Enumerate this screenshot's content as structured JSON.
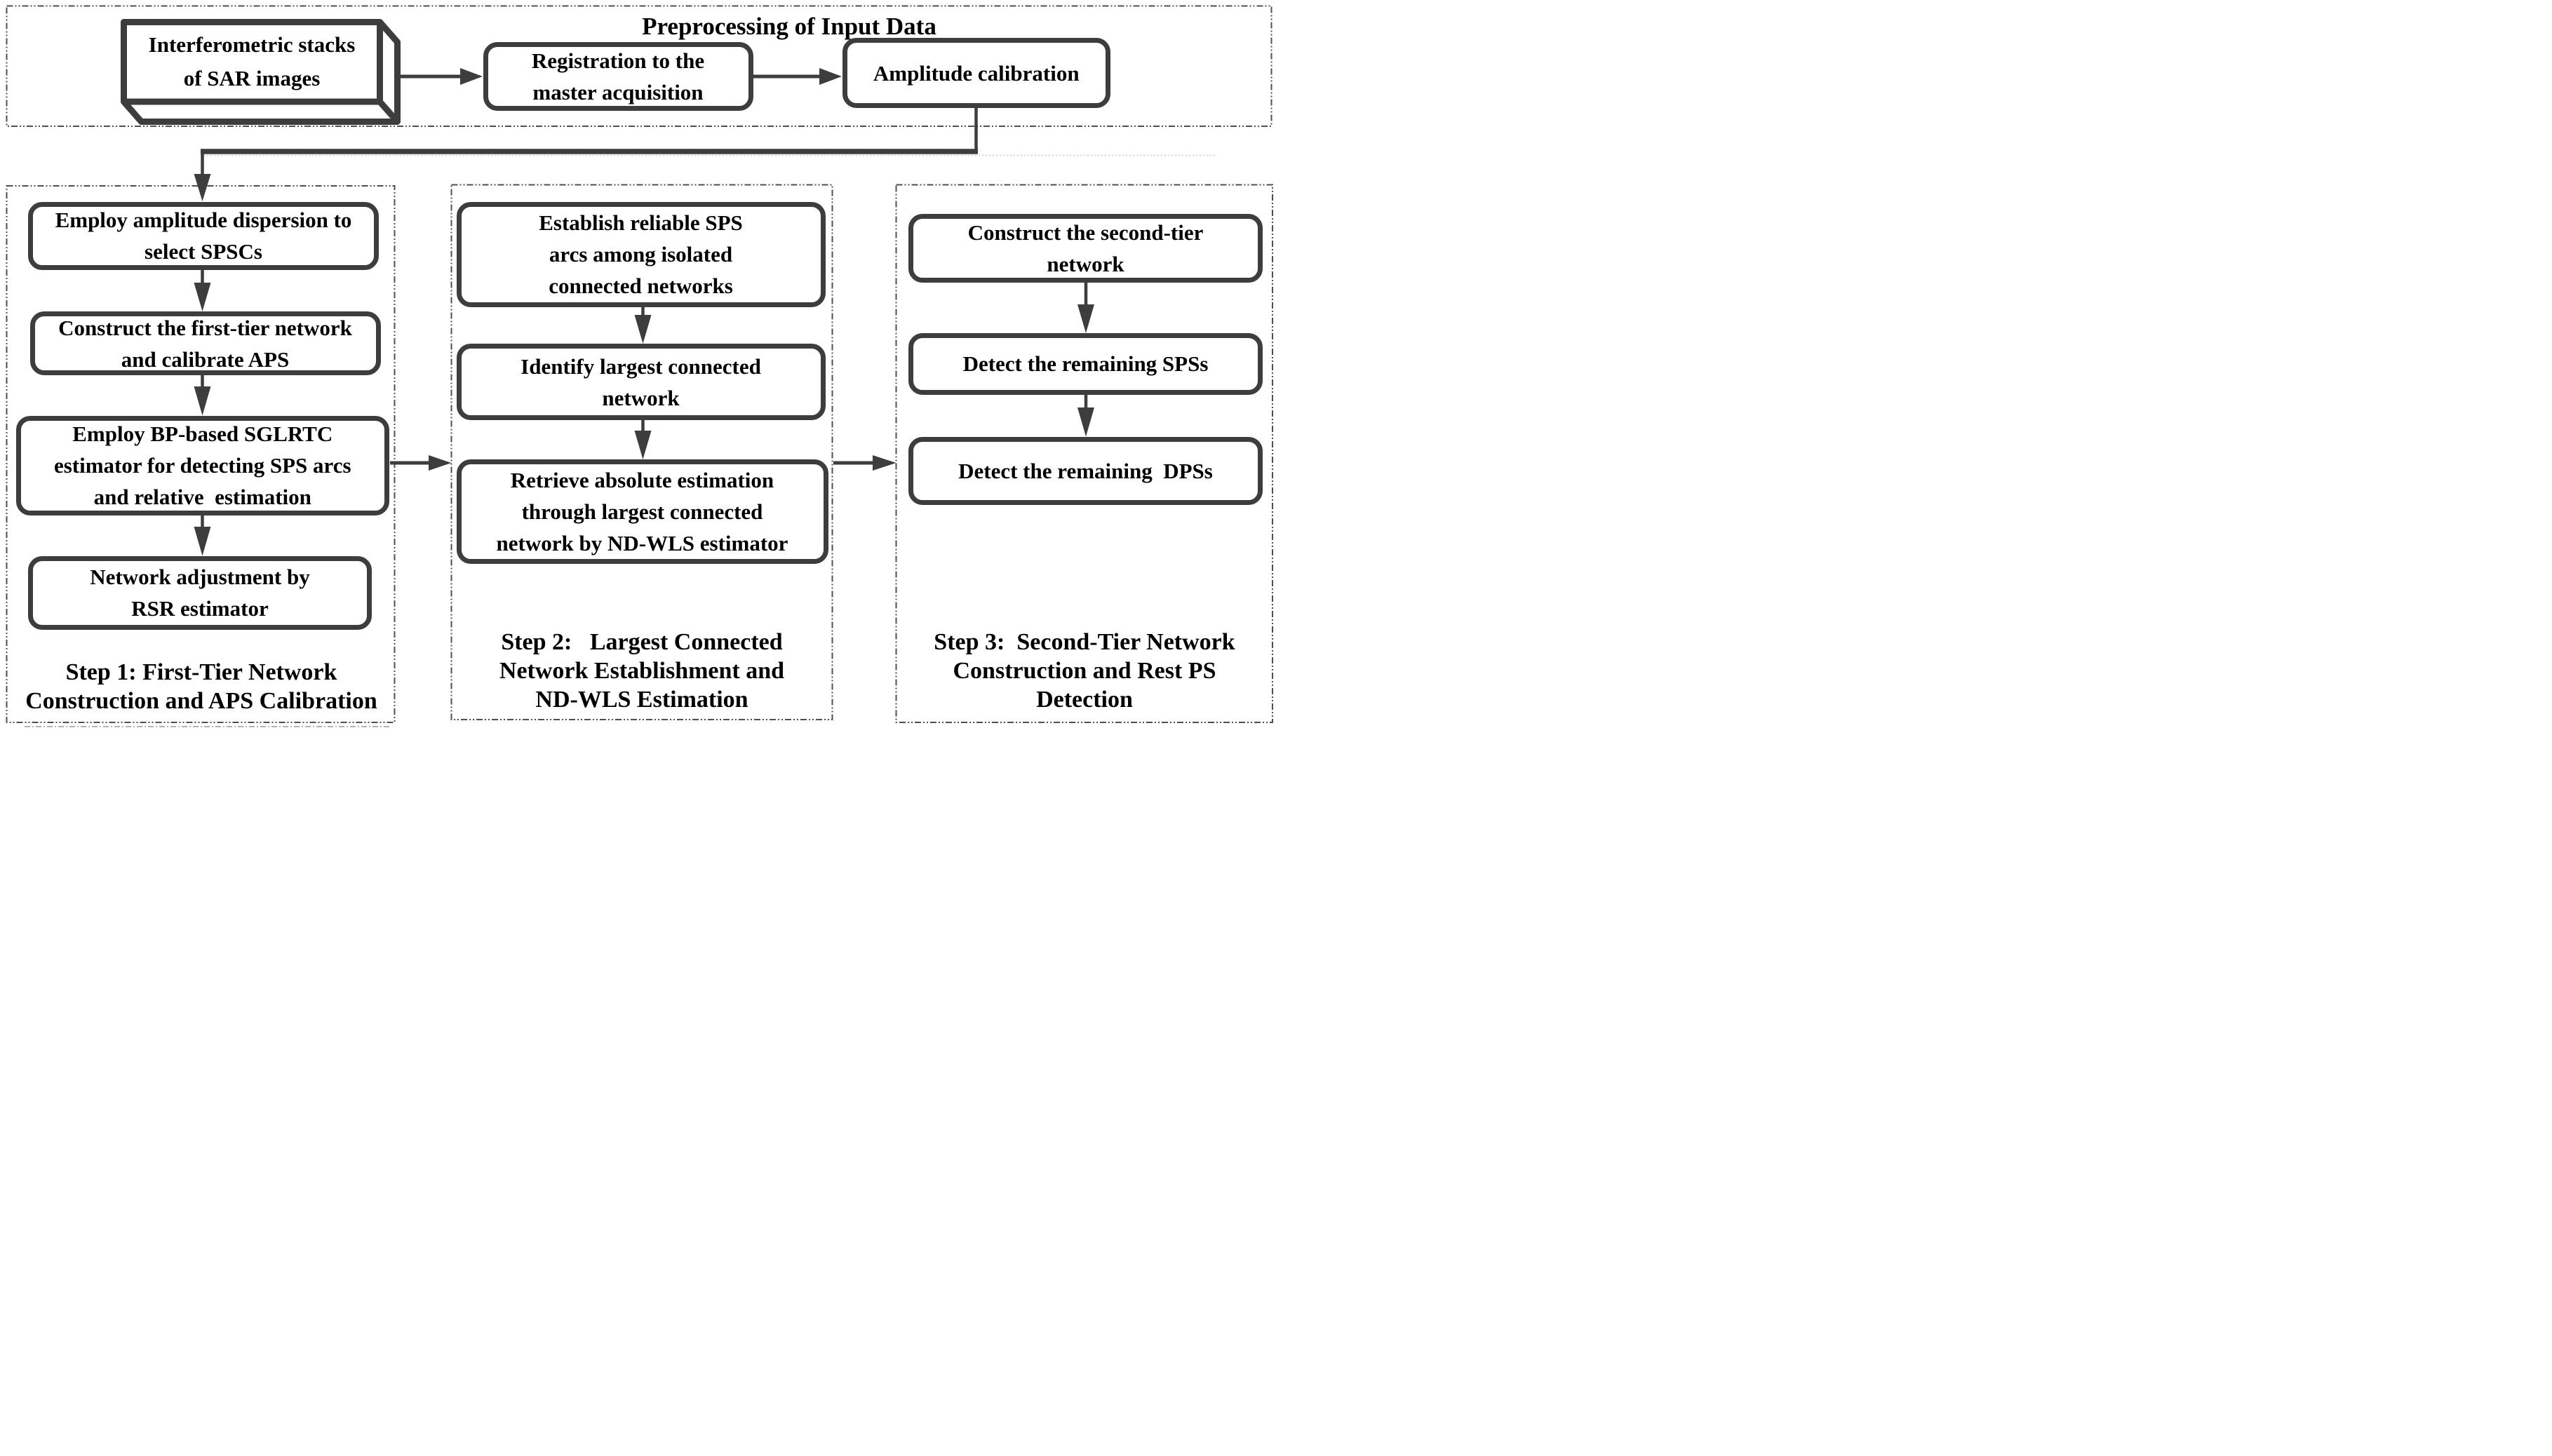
{
  "colors": {
    "node_border": "#3d3d3d",
    "container_dash": "#4f4f4f",
    "connector": "#3d3d3d",
    "text": "#000000",
    "background": "#ffffff"
  },
  "preprocessing": {
    "title": "Preprocessing of Input Data",
    "input_box": "Interferometric stacks\nof SAR images",
    "registration_box": "Registration to the\nmaster acquisition",
    "amplitude_box": "Amplitude calibration"
  },
  "step1": {
    "label": "Step 1: First-Tier Network\nConstruction and APS Calibration",
    "boxes": [
      "Employ amplitude dispersion to\nselect SPSCs",
      "Construct the first-tier network\nand calibrate APS",
      "Employ BP-based SGLRTC\nestimator for detecting SPS arcs\nand relative  estimation",
      "Network adjustment by\nRSR estimator"
    ]
  },
  "step2": {
    "label": "Step 2:   Largest Connected\nNetwork Establishment and\nND-WLS Estimation",
    "boxes": [
      "Establish reliable SPS\narcs among isolated\nconnected networks",
      "Identify largest connected\nnetwork",
      "Retrieve absolute estimation\nthrough largest connected\nnetwork by ND-WLS estimator"
    ]
  },
  "step3": {
    "label": "Step 3:  Second-Tier Network\nConstruction and Rest PS\nDetection",
    "boxes": [
      "Construct the second-tier\nnetwork",
      "Detect the remaining SPSs",
      "Detect the remaining  DPSs"
    ]
  }
}
